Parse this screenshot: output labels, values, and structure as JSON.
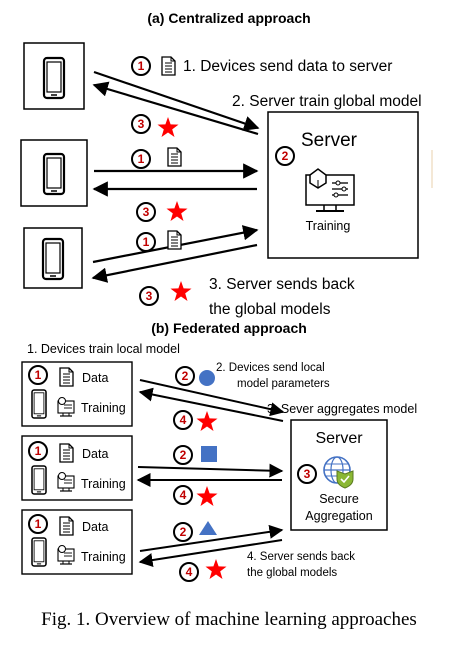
{
  "centralized": {
    "title": "(a) Centralized approach",
    "step1": "1.   Devices send data to server",
    "step2": "2.   Server train global model",
    "step3_line1": "3.    Server sends back",
    "step3_line2": "the global models",
    "server_title": "Server",
    "server_sub": "Training",
    "badges": [
      "1",
      "2",
      "3"
    ]
  },
  "federated": {
    "title": "(b) Federated approach",
    "step1": "1.   Devices train local model",
    "step2_line1": "2.   Devices send local",
    "step2_line2": "model parameters",
    "step3": "3.   Sever aggregates model",
    "step4_line1": "4.   Server sends back",
    "step4_line2": "the global models",
    "device_data": "Data",
    "device_training": "Training",
    "server_title": "Server",
    "server_sub1": "Secure",
    "server_sub2": "Aggregation",
    "badges": [
      "1",
      "2",
      "3",
      "4"
    ]
  },
  "caption": "Fig. 1.   Overview of machine learning approaches",
  "colors": {
    "badge": "#c00000",
    "star": "#ff0000",
    "shape": "#4472c4"
  },
  "icons": [
    "smartphone-icon",
    "document-icon",
    "star-icon",
    "computer-gear-icon",
    "globe-shield-icon",
    "circle-shape",
    "square-shape",
    "triangle-shape"
  ]
}
